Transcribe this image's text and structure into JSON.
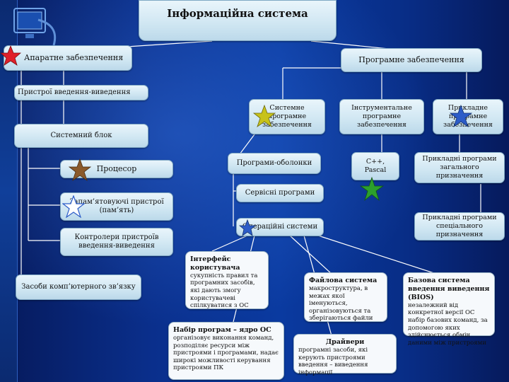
{
  "title": "Інформаційна система",
  "hardware": {
    "root": "Апаратне забезпечення",
    "io_devices": "Пристрої введення-виведення",
    "system_unit": "Системний блок",
    "processor": "Процесор",
    "memory": "Запам’ятовуючі пристрої (пам’ять)",
    "controllers": "Контролери пристроїв введення-виведення",
    "comm": "Засоби комп’ютерного зв’язку"
  },
  "software": {
    "root": "Програмне забезпечення",
    "system": "Системне програмне забезпечення",
    "tools": "Інструментальне програмне забезпечення",
    "applied": "Прикладне програмне забезпечення",
    "shells": "Програми-оболонки",
    "services": "Сервісні програми",
    "os": "Операційні системи",
    "languages": "С++, Pascal",
    "general_apps": "Прикладні програми загального призначення",
    "special_apps": "Прикладні програми спеціального призначення"
  },
  "os_parts": {
    "ui_head": "Інтерфейс користувача",
    "ui_body": "сукупність правил та програмних засобів, які дають змогу користувачеві спілкуватися з ОС",
    "kernel_head": "Набір програм – ядро ОС",
    "kernel_body": "організовує виконання команд, розподіляє ресурси між пристроями і програмами, надає широкі можливості керування пристроями ПК",
    "fs_head": "Файлова система",
    "fs_body": "макроструктура, в межах якої іменуються, організовуються та зберігаються файли",
    "drivers_head": "Драйвери",
    "drivers_body": "програмні засоби, які керують пристроями введення – виведення інформації",
    "bios_head": "Базова система введення виведення (BIOS)",
    "bios_body": "незалежний від конкретної версії ОС набір базових команд, за допомогою яких здійснюється обмін даними між пристроями"
  },
  "colors": {
    "star_red": "#e0202a",
    "star_olive": "#c7c21a",
    "star_blue": "#2c5cc8",
    "star_brown": "#8a5a2b",
    "star_green": "#2ca02c",
    "star_white": "#ffffff"
  }
}
